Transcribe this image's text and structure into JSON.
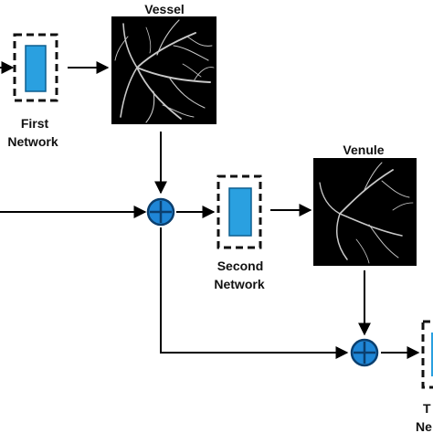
{
  "labels": {
    "vessel": "Vessel",
    "venule": "Venule",
    "first_network_line1": "First",
    "first_network_line2": "Network",
    "second_network_line1": "Second",
    "second_network_line2": "Network",
    "third_network_line1": "T",
    "third_network_line2": "Ne"
  },
  "colors": {
    "network_block": "#2aa0e0",
    "network_block_border": "#0d5f8f",
    "sum_node": "#1f86d6",
    "sum_node_border": "#0b3f6e",
    "arrow": "#000000",
    "image_background": "#000000",
    "vessel_stroke": "#bdbdbd"
  },
  "icons": {
    "sum_node": "circled-plus-icon",
    "network_block": "dashed-box-rectangle-icon"
  }
}
